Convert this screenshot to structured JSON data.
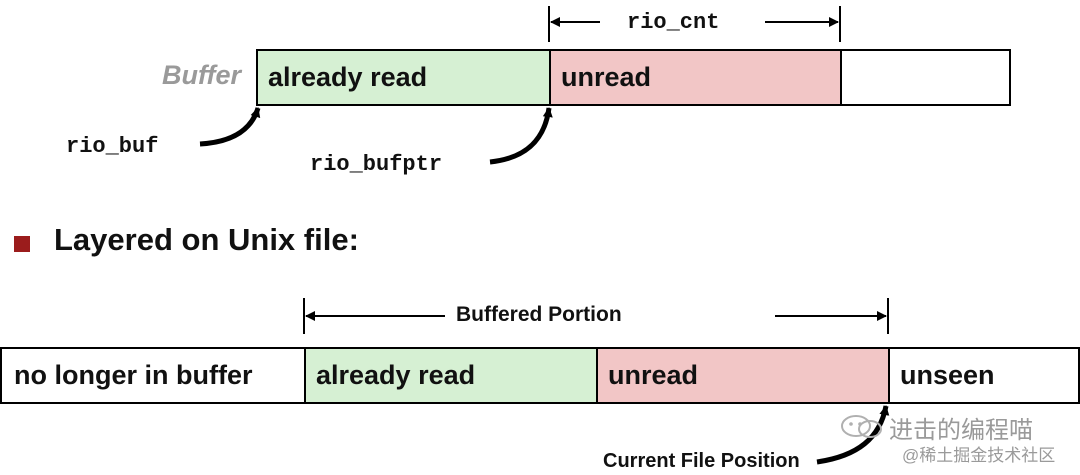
{
  "top": {
    "buffer_label": "Buffer",
    "segments": {
      "already_read": "already read",
      "unread": "unread",
      "empty": ""
    },
    "rio_cnt": "rio_cnt",
    "rio_buf": "rio_buf",
    "rio_bufptr": "rio_bufptr"
  },
  "section": {
    "heading": "Layered on Unix file:"
  },
  "bottom": {
    "buffered_portion": "Buffered Portion",
    "segments": {
      "no_longer": "no longer in buffer",
      "already_read": "already read",
      "unread": "unread",
      "unseen": "unseen"
    },
    "current_file_position": "Current File Position"
  },
  "watermark": {
    "title": "进击的编程喵",
    "subtitle": "@稀土掘金技术社区"
  },
  "colors": {
    "already_read": "#d6f0d3",
    "unread": "#f2c6c6",
    "bullet": "#9b1c1c",
    "buffer_label": "#9a9a9a"
  }
}
